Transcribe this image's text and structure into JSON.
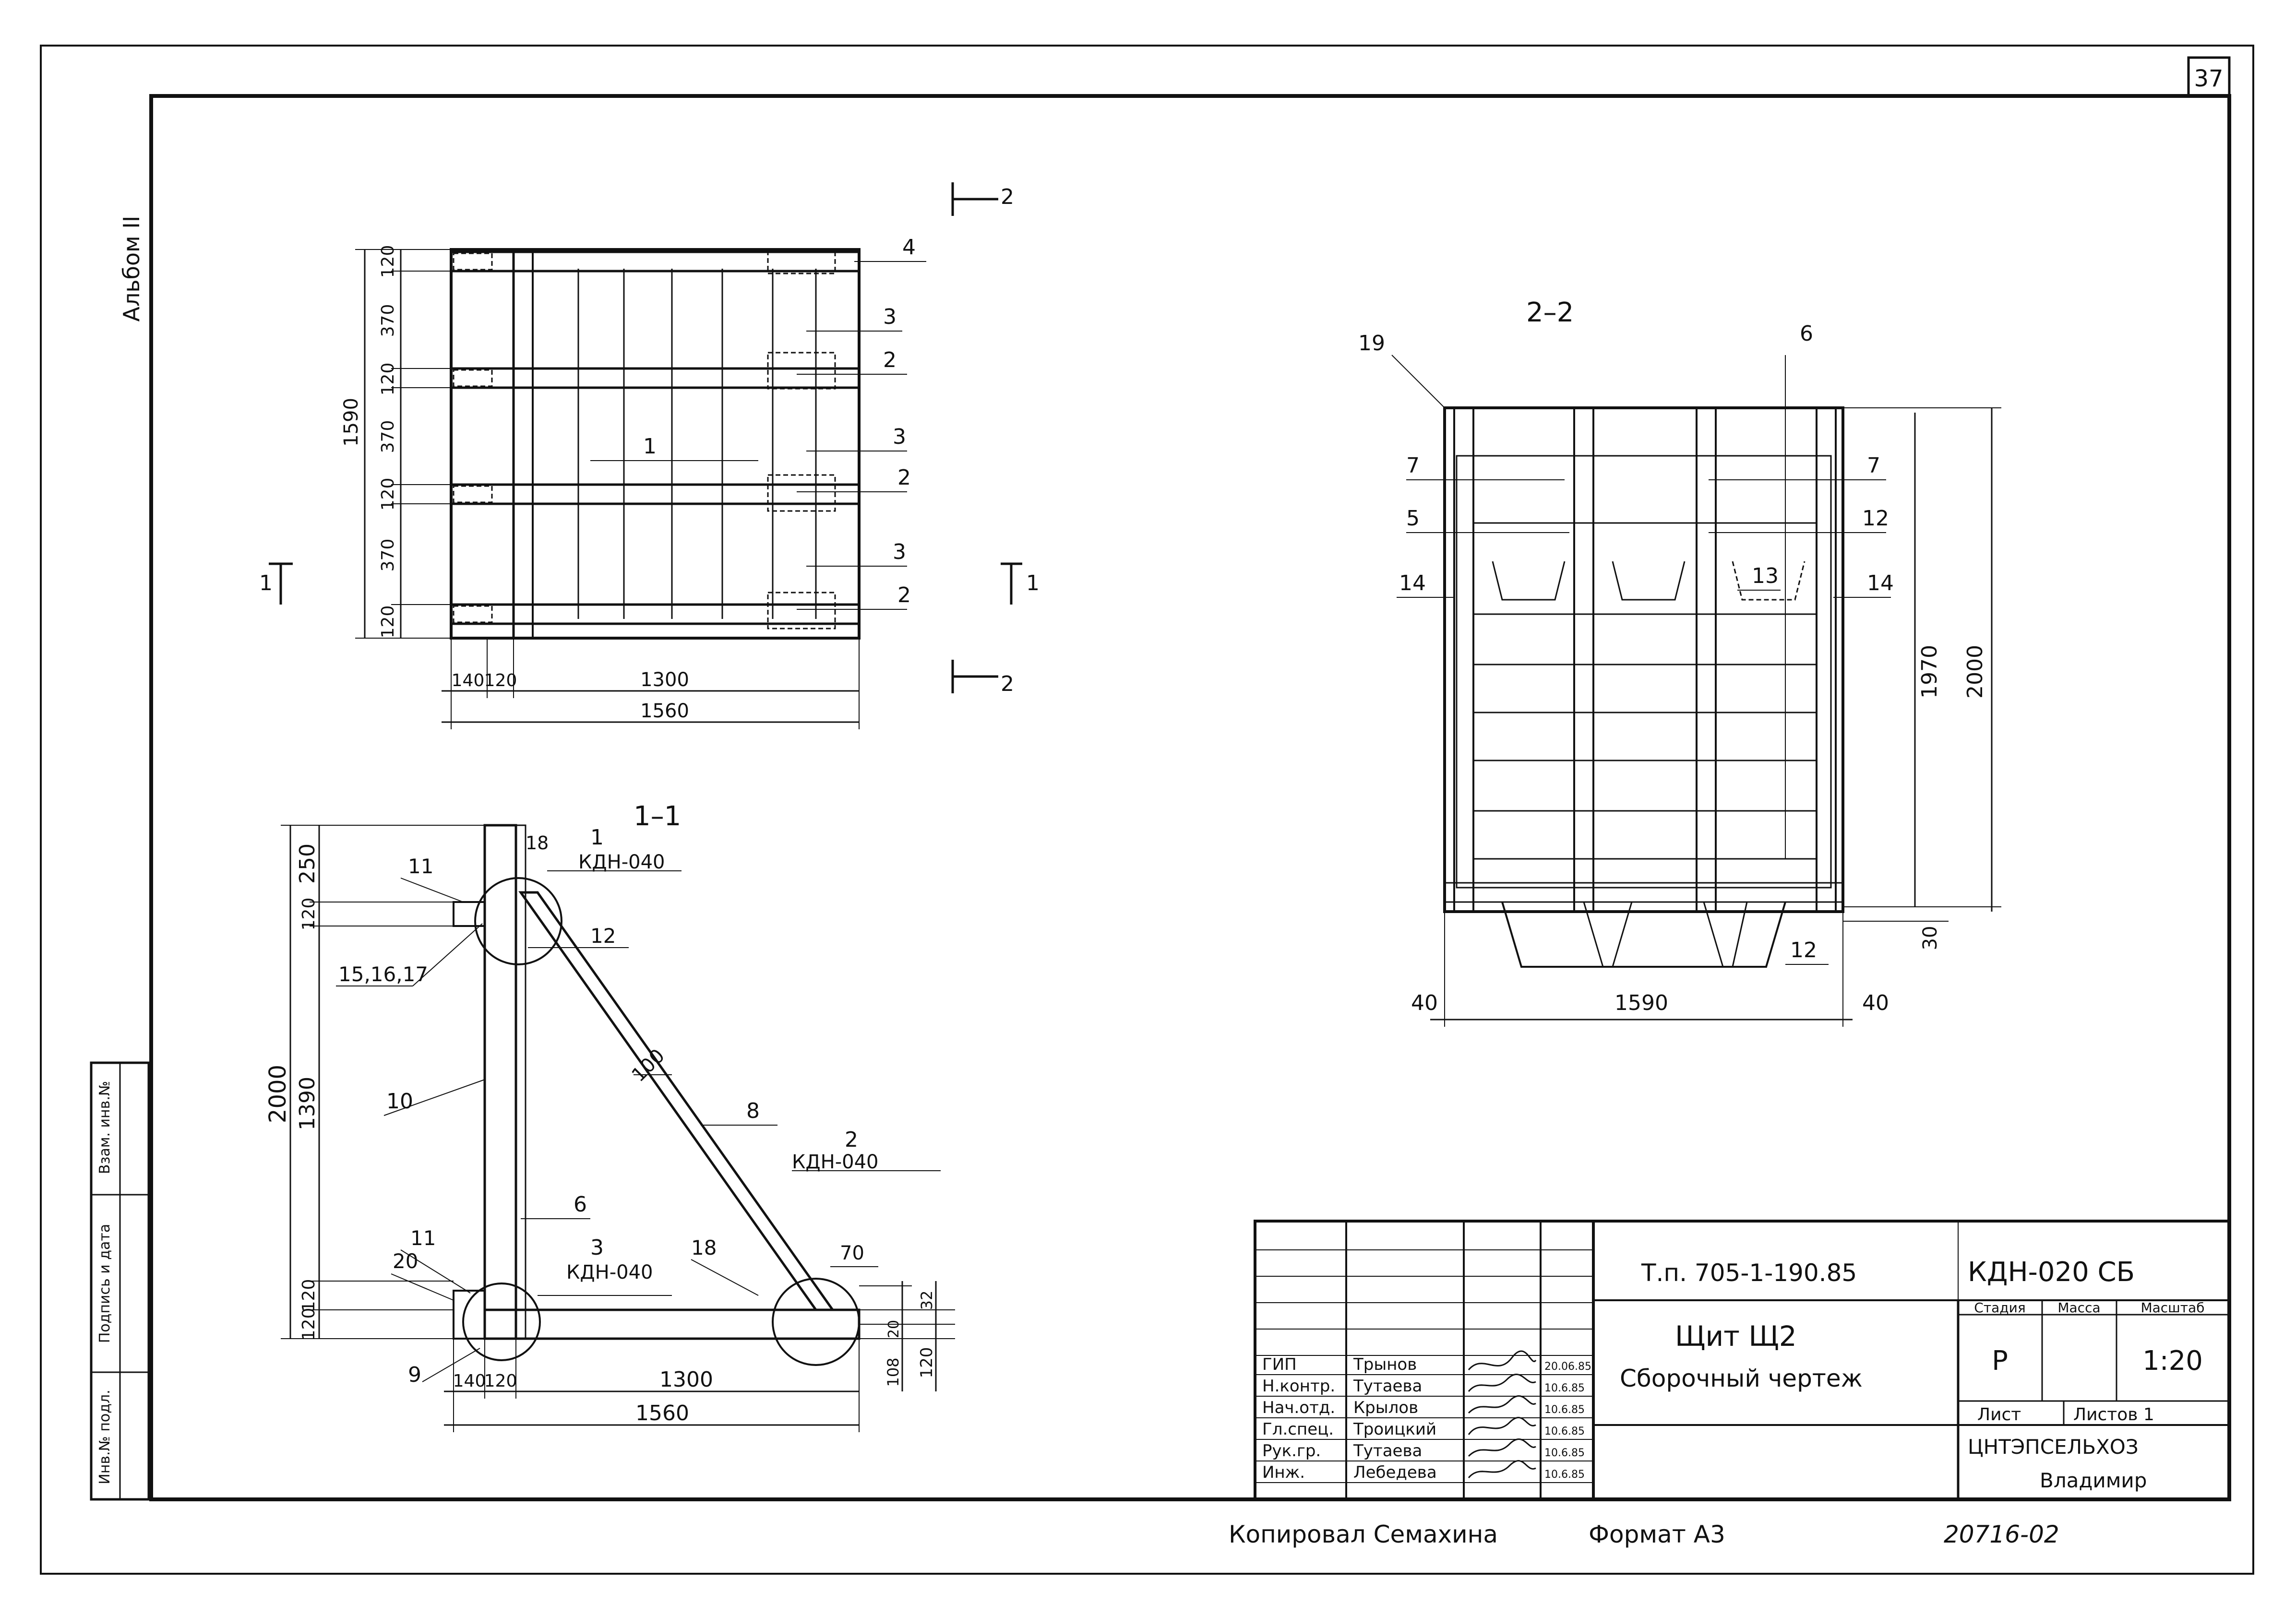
{
  "sheet_number": "37",
  "album_label": "Альбом II",
  "side_stamp": [
    "Инв.№ подл.",
    "Подпись и дата",
    "Взам. инв.№"
  ],
  "plan_view": {
    "section_marks": [
      "1",
      "1",
      "2",
      "2"
    ],
    "dims_left": [
      "120",
      "370",
      "120",
      "370",
      "120",
      "370",
      "120"
    ],
    "dim_total_height": "1590",
    "dims_bottom": [
      "140",
      "120",
      "1300"
    ],
    "dim_total_width": "1560",
    "callouts": [
      "4",
      "3",
      "2",
      "1",
      "3",
      "2",
      "3",
      "2"
    ]
  },
  "section_2_2": {
    "title": "2–2",
    "callouts": [
      "19",
      "6",
      "7",
      "7",
      "5",
      "12",
      "13",
      "14",
      "14",
      "12"
    ],
    "dims": [
      "1970",
      "2000",
      "30",
      "40",
      "1590",
      "40"
    ]
  },
  "section_1_1": {
    "title": "1–1",
    "callouts": [
      "11",
      "18",
      "15,16,17",
      "12",
      "10",
      "100",
      "8",
      "6",
      "11",
      "20",
      "9",
      "18"
    ],
    "detail_refs": [
      {
        "num": "1",
        "code": "КДН-040"
      },
      {
        "num": "2",
        "code": "КДН-040"
      },
      {
        "num": "3",
        "code": "КДН-040"
      }
    ],
    "dims_left": [
      "250",
      "120",
      "1390",
      "120",
      "120"
    ],
    "dim_total_height": "2000",
    "dims_bottom": [
      "140",
      "120",
      "1300"
    ],
    "dim_total_width": "1560",
    "dims_right": [
      "70",
      "32",
      "20",
      "120",
      "108"
    ]
  },
  "title_block": {
    "document_code": "Т.п. 705-1-190.85",
    "drawing_code": "КДН-020 СБ",
    "title_line1": "Щит Щ2",
    "title_line2": "Сборочный чертеж",
    "stage_header": "Стадия",
    "mass_header": "Масса",
    "scale_header": "Масштаб",
    "stage": "Р",
    "scale": "1:20",
    "sheet_label": "Лист",
    "sheets_label": "Листов 1",
    "organization_line1": "ЦНТЭПСЕЛЬХОЗ",
    "organization_line2": "Владимир",
    "signatures": [
      {
        "role": "ГИП",
        "name": "Трынов",
        "date": "20.06.85"
      },
      {
        "role": "Н.контр.",
        "name": "Тутаева",
        "date": "10.6.85"
      },
      {
        "role": "Нач.отд.",
        "name": "Крылов",
        "date": "10.6.85"
      },
      {
        "role": "Гл.спец.",
        "name": "Троицкий",
        "date": "10.6.85"
      },
      {
        "role": "Рук.гр.",
        "name": "Тутаева",
        "date": "10.6.85"
      },
      {
        "role": "Инж.",
        "name": "Лебедева",
        "date": "10.6.85"
      }
    ]
  },
  "footer": {
    "copied_by": "Копировал Семахина",
    "format": "Формат А3",
    "registration_number": "20716-02"
  }
}
